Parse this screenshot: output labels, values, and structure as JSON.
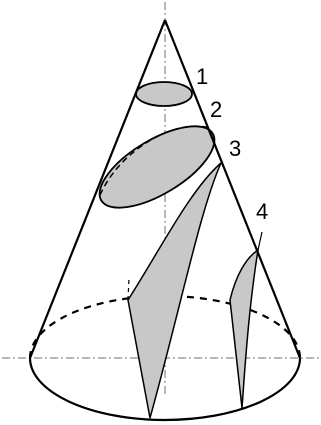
{
  "labels": {
    "one": "1",
    "two": "2",
    "three": "3",
    "four": "4"
  },
  "colors": {
    "line": "#000000",
    "fill": "#c8c8c8",
    "axis": "#8a6a5a",
    "background": "#ffffff"
  }
}
